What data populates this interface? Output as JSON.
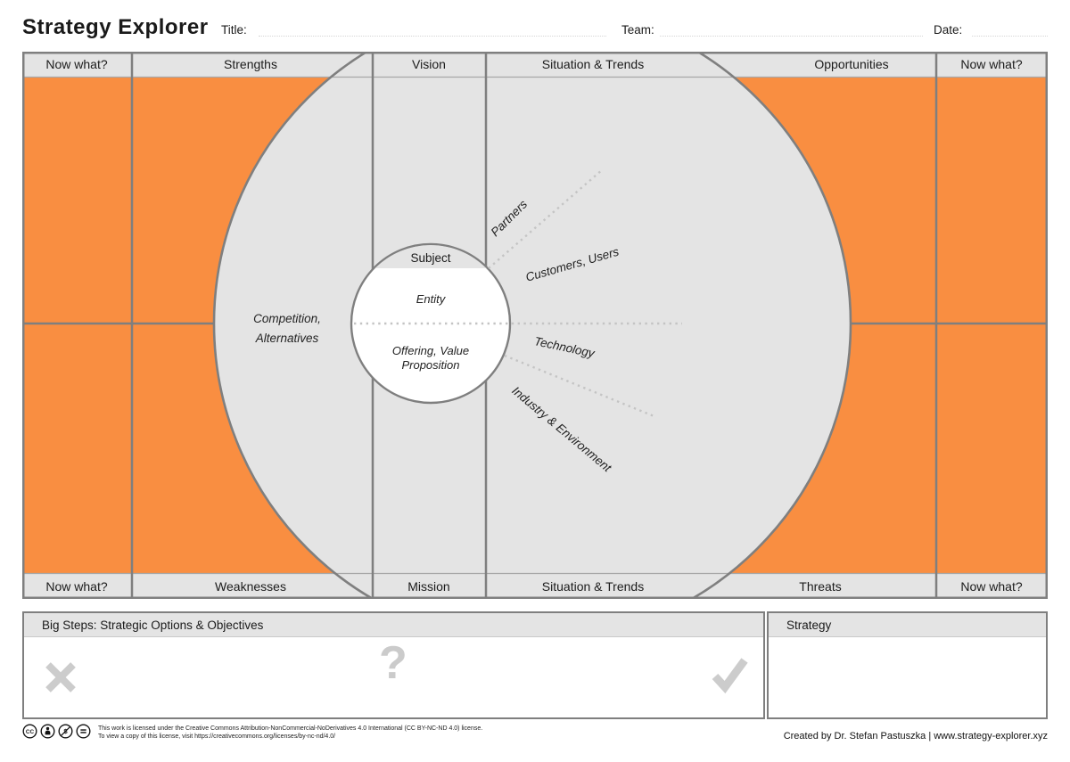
{
  "header": {
    "app_title": "Strategy Explorer",
    "title_label": "Title:",
    "team_label": "Team:",
    "date_label": "Date:"
  },
  "canvas": {
    "top_row": {
      "now_what_left": "Now what?",
      "strengths": "Strengths",
      "vision": "Vision",
      "situation_trends": "Situation & Trends",
      "opportunities": "Opportunities",
      "now_what_right": "Now what?"
    },
    "bottom_row": {
      "now_what_left": "Now what?",
      "weaknesses": "Weaknesses",
      "mission": "Mission",
      "situation_trends": "Situation & Trends",
      "threats": "Threats",
      "now_what_right": "Now what?"
    },
    "center": {
      "subject": "Subject",
      "entity": "Entity",
      "offering_line1": "Offering, Value",
      "offering_line2": "Proposition"
    },
    "environment_labels": {
      "competition_line1": "Competition,",
      "competition_line2": "Alternatives",
      "partners": "Partners",
      "customers": "Customers, Users",
      "technology": "Technology",
      "industry": "Industry & Environment"
    },
    "colors": {
      "orange": "#F98E41",
      "band_gray": "#E4E4E4",
      "line_gray": "#7F7F7F",
      "dotted_gray": "#C4C4C4"
    }
  },
  "big_steps": {
    "title": "Big Steps: Strategic Options & Objectives",
    "question_glyph": "?",
    "icon_names": [
      "cross-icon",
      "question-icon",
      "check-icon"
    ],
    "icon_color": "#CCCCCC"
  },
  "strategy_box": {
    "title": "Strategy"
  },
  "footer": {
    "license_icon_names": [
      "cc-icon",
      "attribution-icon",
      "noncommercial-icon",
      "noderivatives-icon"
    ],
    "license_line1": "This work is licensed under the Creative Commons  Attribution-NonCommercial-NoDerivatives  4.0 International  (CC BY-NC-ND 4.0) license.",
    "license_line2": "To view a copy of this license, visit https://creativecommons.org/licenses/by-nc-nd/4.0/",
    "credit": "Created by Dr. Stefan Pastuszka  |  www.strategy-explorer.xyz"
  }
}
